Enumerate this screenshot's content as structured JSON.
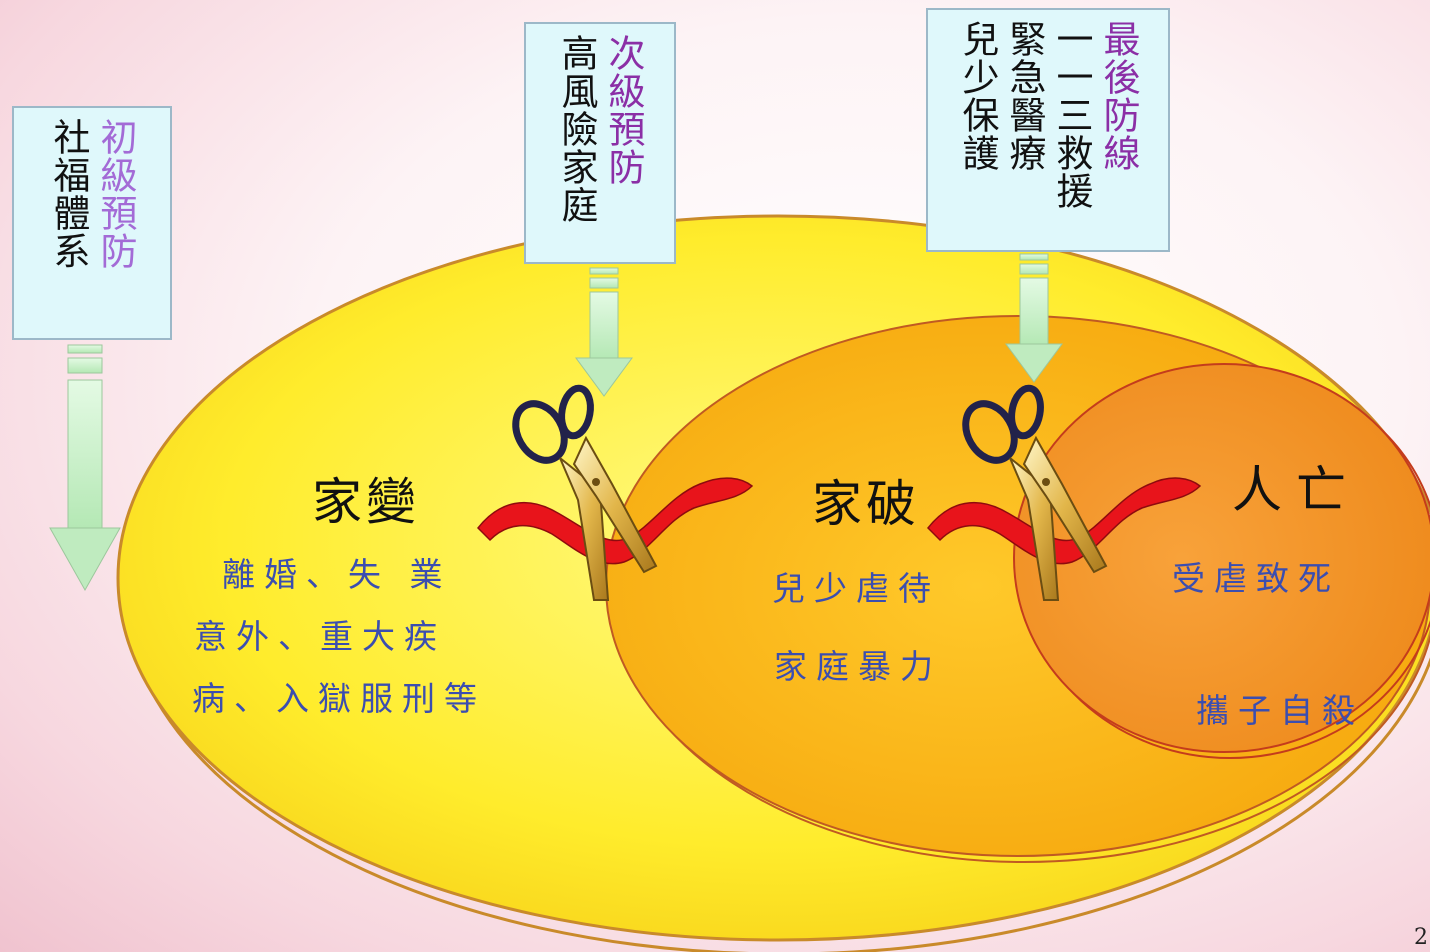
{
  "boxes": {
    "primary": {
      "title": "初級預防",
      "subtitle": "社福體系"
    },
    "secondary": {
      "title": "次級預防",
      "subtitle": "高風險家庭"
    },
    "last": {
      "title": "最後防線",
      "lines": [
        "一一三救援",
        "緊急醫療",
        "兒少保護"
      ]
    }
  },
  "stages": {
    "family_change": {
      "heading": "家變",
      "items": [
        "離婚、失 業",
        "意外、重大疾",
        "病、入獄服刑等"
      ]
    },
    "family_broken": {
      "heading": "家破",
      "items": [
        "兒少虐待",
        "家庭暴力"
      ]
    },
    "death": {
      "heading": "人亡",
      "items": [
        "受虐致死",
        "攜子自殺"
      ]
    }
  },
  "page_number": "2",
  "colors": {
    "outer_ellipse": "#ffef3a",
    "middle_ellipse": "#fcbf1c",
    "inner_ellipse": "#f59a22",
    "ribbon": "#e8141b",
    "arrow": "#c6f0c6",
    "box_fill": "#dff8fb",
    "title_purple": "#8b2fa6",
    "item_blue": "#3b4eb0"
  }
}
